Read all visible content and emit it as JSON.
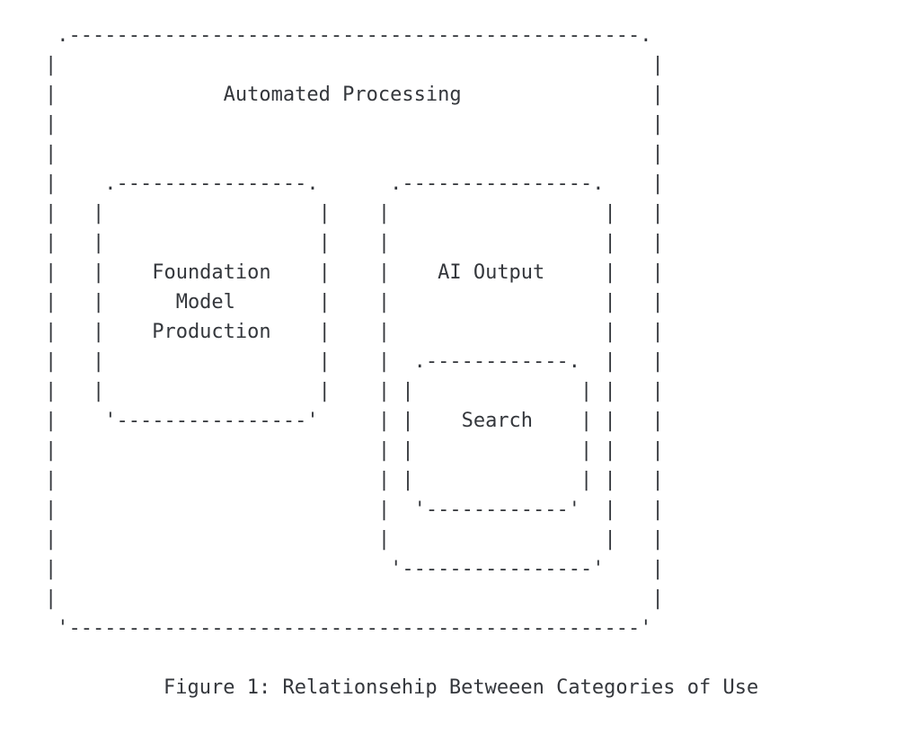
{
  "figure": {
    "diagram_lines": [
      " .------------------------------------------------.",
      "|                                                  |",
      "|              Automated Processing                |",
      "|                                                  |",
      "|                                                  |",
      "|    .----------------.      .----------------.    |",
      "|   |                  |    |                  |   |",
      "|   |                  |    |                  |   |",
      "|   |    Foundation    |    |    AI Output     |   |",
      "|   |      Model       |    |                  |   |",
      "|   |    Production    |    |                  |   |",
      "|   |                  |    |  .------------.  |   |",
      "|   |                  |    | |              | |   |",
      "|    '----------------'     | |    Search    | |   |",
      "|                           | |              | |   |",
      "|                           | |              | |   |",
      "|                           |  '------------'  |   |",
      "|                           |                  |   |",
      "|                            '----------------'    |",
      "|                                                  |",
      " '------------------------------------------------'"
    ],
    "caption": "Figure 1: Relationsehip Betweeen Categories of Use",
    "labels": {
      "outer_box": "Automated Processing",
      "left_box": "Foundation Model Production",
      "right_box": "AI Output",
      "nested_box": "Search"
    },
    "colors": {
      "text": "#34373c",
      "background": "#ffffff"
    }
  }
}
